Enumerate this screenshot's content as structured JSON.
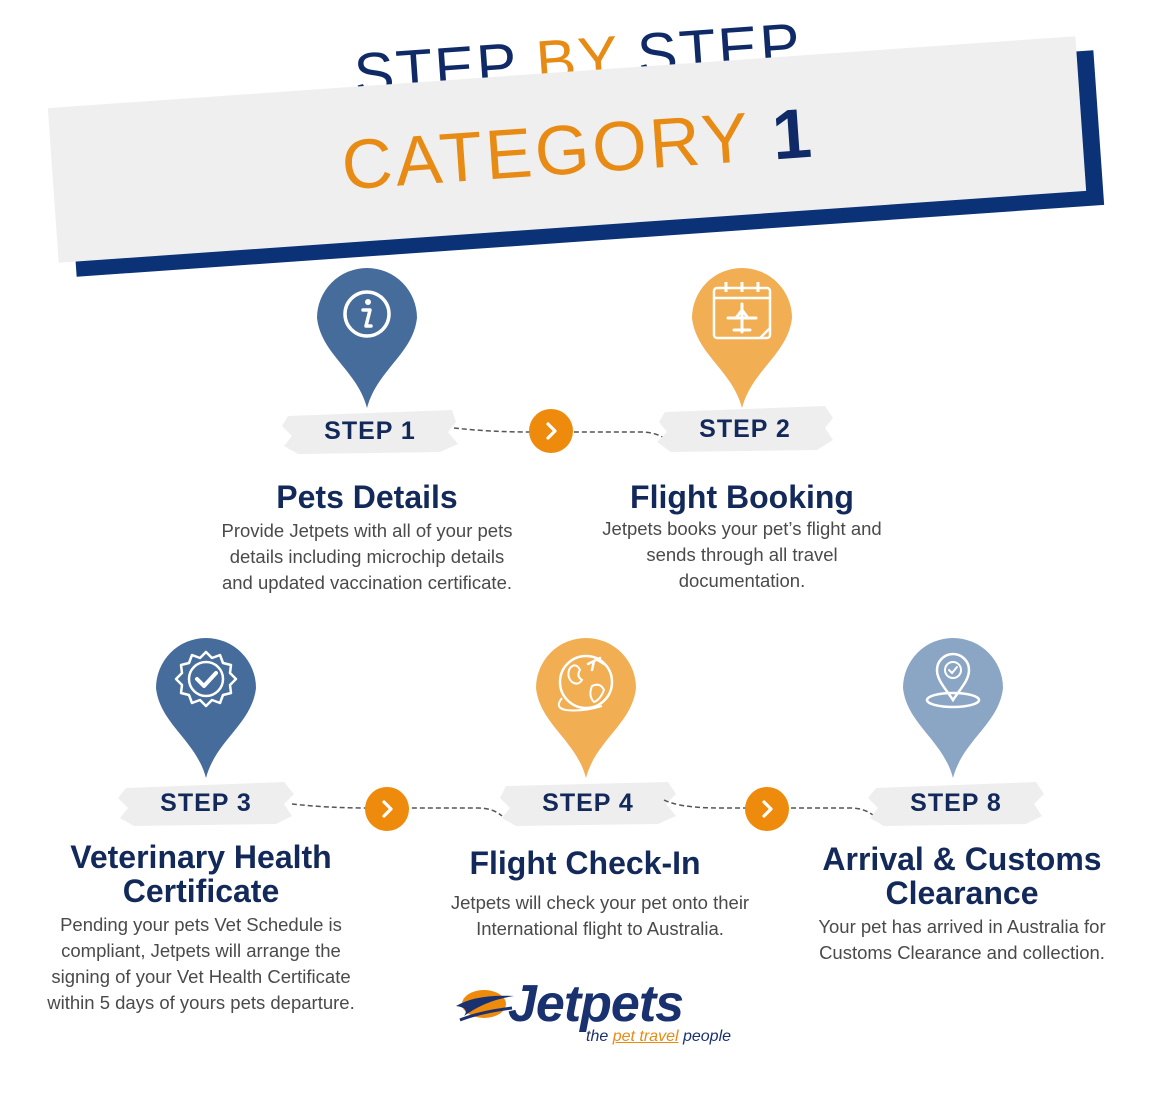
{
  "header": {
    "title_word1": "STEP",
    "title_word2": "BY",
    "title_word3": "STEP",
    "category_word": "CATEGORY",
    "category_number": "1"
  },
  "colors": {
    "navy": "#13295a",
    "orange": "#e88b14",
    "pin_blue": "#466c9c",
    "pin_orange": "#f2ae52",
    "pin_light_blue": "#8ba5c5"
  },
  "steps": [
    {
      "label": "STEP 1",
      "title": "Pets Details",
      "icon": "info-icon",
      "desc": [
        "Provide Jetpets with all of your pets",
        "details including microchip details",
        "and updated vaccination certificate."
      ]
    },
    {
      "label": "STEP 2",
      "title": "Flight Booking",
      "icon": "calendar-plane-icon",
      "desc": [
        "Jetpets books your pet’s flight and",
        "sends through all travel",
        "documentation."
      ]
    },
    {
      "label": "STEP 3",
      "title_lines": [
        "Veterinary Health",
        "Certificate"
      ],
      "icon": "certificate-check-icon",
      "desc": [
        "Pending your pets Vet Schedule is",
        "compliant, Jetpets will arrange the",
        "signing of your Vet Health Certificate",
        "within 5 days of yours pets departure."
      ]
    },
    {
      "label": "STEP 4",
      "title": "Flight Check-In",
      "icon": "globe-plane-icon",
      "desc": [
        "Jetpets will check your pet onto their",
        "International flight to Australia."
      ]
    },
    {
      "label": "STEP 8",
      "title_lines": [
        "Arrival & Customs",
        "Clearance"
      ],
      "icon": "location-check-icon",
      "desc": [
        "Your pet has arrived in Australia for",
        "Customs Clearance and collection."
      ]
    }
  ],
  "logo": {
    "word": "Jetpets",
    "tagline_pre": "the",
    "tagline_highlight": "pet travel",
    "tagline_post": "people"
  }
}
